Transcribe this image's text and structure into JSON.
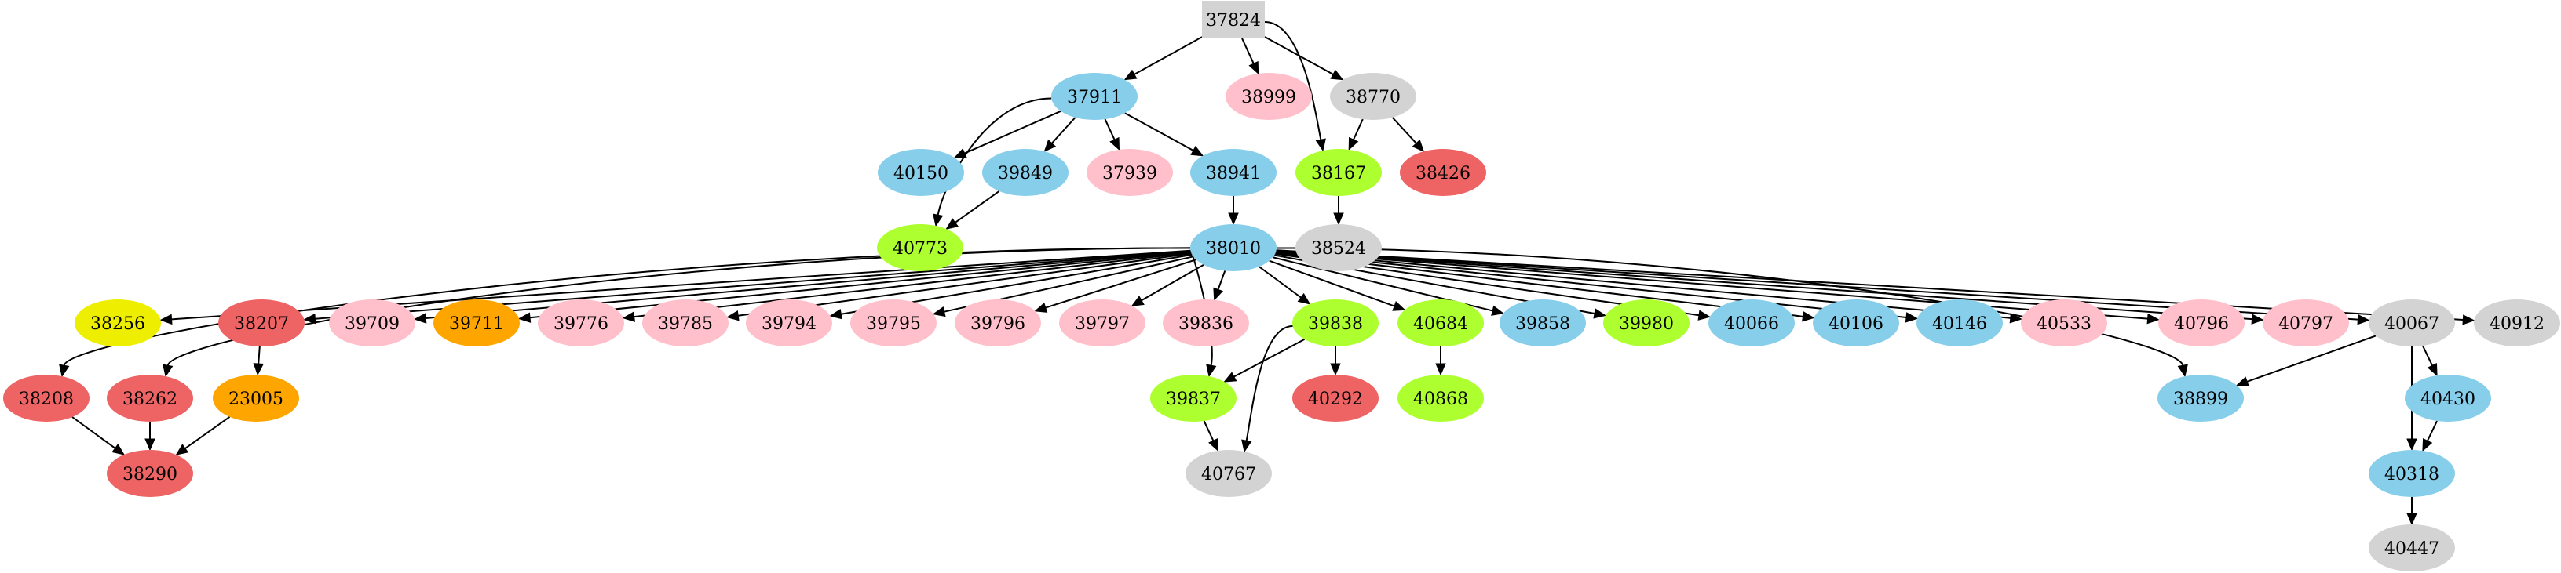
{
  "graph": {
    "title": "",
    "colors": {
      "gray": "#d3d3d3",
      "skyblue": "#87ceeb",
      "pink": "#ffc0cb",
      "green": "#adff2f",
      "red": "#ee6363",
      "orange": "#ffa500",
      "yellow": "#eeee00"
    },
    "nodes": [
      {
        "id": "37824",
        "label": "37824",
        "color": "gray",
        "shape": "box"
      },
      {
        "id": "37911",
        "label": "37911",
        "color": "skyblue"
      },
      {
        "id": "38999",
        "label": "38999",
        "color": "pink"
      },
      {
        "id": "38770",
        "label": "38770",
        "color": "gray"
      },
      {
        "id": "40150",
        "label": "40150",
        "color": "skyblue"
      },
      {
        "id": "39849",
        "label": "39849",
        "color": "skyblue"
      },
      {
        "id": "37939",
        "label": "37939",
        "color": "pink"
      },
      {
        "id": "38941",
        "label": "38941",
        "color": "skyblue"
      },
      {
        "id": "38167",
        "label": "38167",
        "color": "green"
      },
      {
        "id": "38426",
        "label": "38426",
        "color": "red"
      },
      {
        "id": "40773",
        "label": "40773",
        "color": "green"
      },
      {
        "id": "38010",
        "label": "38010",
        "color": "skyblue"
      },
      {
        "id": "38524",
        "label": "38524",
        "color": "gray"
      },
      {
        "id": "38256",
        "label": "38256",
        "color": "yellow"
      },
      {
        "id": "38207",
        "label": "38207",
        "color": "red"
      },
      {
        "id": "39709",
        "label": "39709",
        "color": "pink"
      },
      {
        "id": "39711",
        "label": "39711",
        "color": "orange"
      },
      {
        "id": "39776",
        "label": "39776",
        "color": "pink"
      },
      {
        "id": "39785",
        "label": "39785",
        "color": "pink"
      },
      {
        "id": "39794",
        "label": "39794",
        "color": "pink"
      },
      {
        "id": "39795",
        "label": "39795",
        "color": "pink"
      },
      {
        "id": "39796",
        "label": "39796",
        "color": "pink"
      },
      {
        "id": "39797",
        "label": "39797",
        "color": "pink"
      },
      {
        "id": "39836",
        "label": "39836",
        "color": "pink"
      },
      {
        "id": "39838",
        "label": "39838",
        "color": "green"
      },
      {
        "id": "40684",
        "label": "40684",
        "color": "green"
      },
      {
        "id": "39858",
        "label": "39858",
        "color": "skyblue"
      },
      {
        "id": "39980",
        "label": "39980",
        "color": "green"
      },
      {
        "id": "40066",
        "label": "40066",
        "color": "skyblue"
      },
      {
        "id": "40106",
        "label": "40106",
        "color": "skyblue"
      },
      {
        "id": "40146",
        "label": "40146",
        "color": "skyblue"
      },
      {
        "id": "40533",
        "label": "40533",
        "color": "pink"
      },
      {
        "id": "40796",
        "label": "40796",
        "color": "pink"
      },
      {
        "id": "40797",
        "label": "40797",
        "color": "pink"
      },
      {
        "id": "40067",
        "label": "40067",
        "color": "gray"
      },
      {
        "id": "40912",
        "label": "40912",
        "color": "gray"
      },
      {
        "id": "38208",
        "label": "38208",
        "color": "red"
      },
      {
        "id": "38262",
        "label": "38262",
        "color": "red"
      },
      {
        "id": "23005",
        "label": "23005",
        "color": "orange"
      },
      {
        "id": "39837",
        "label": "39837",
        "color": "green"
      },
      {
        "id": "40292",
        "label": "40292",
        "color": "red"
      },
      {
        "id": "40868",
        "label": "40868",
        "color": "green"
      },
      {
        "id": "38899",
        "label": "38899",
        "color": "skyblue"
      },
      {
        "id": "40430",
        "label": "40430",
        "color": "skyblue"
      },
      {
        "id": "38290",
        "label": "38290",
        "color": "red"
      },
      {
        "id": "40767",
        "label": "40767",
        "color": "gray"
      },
      {
        "id": "40318",
        "label": "40318",
        "color": "skyblue"
      },
      {
        "id": "40447",
        "label": "40447",
        "color": "gray"
      }
    ],
    "edges": [
      [
        "37824",
        "37911"
      ],
      [
        "37824",
        "38167"
      ],
      [
        "37824",
        "38999"
      ],
      [
        "37824",
        "38770"
      ],
      [
        "37911",
        "40773"
      ],
      [
        "37911",
        "40150"
      ],
      [
        "37911",
        "39849"
      ],
      [
        "37911",
        "37939"
      ],
      [
        "37911",
        "38941"
      ],
      [
        "38770",
        "38167"
      ],
      [
        "38770",
        "38426"
      ],
      [
        "39849",
        "40773"
      ],
      [
        "38941",
        "38010"
      ],
      [
        "38167",
        "38524"
      ],
      [
        "38010",
        "38208"
      ],
      [
        "38010",
        "38262"
      ],
      [
        "38010",
        "38256"
      ],
      [
        "38010",
        "38207"
      ],
      [
        "38010",
        "39837"
      ],
      [
        "38010",
        "39709"
      ],
      [
        "38010",
        "39711"
      ],
      [
        "38010",
        "39776"
      ],
      [
        "38010",
        "39785"
      ],
      [
        "38010",
        "39794"
      ],
      [
        "38010",
        "39795"
      ],
      [
        "38010",
        "39796"
      ],
      [
        "38010",
        "39797"
      ],
      [
        "38010",
        "39836"
      ],
      [
        "38010",
        "39838"
      ],
      [
        "38010",
        "40684"
      ],
      [
        "38010",
        "39858"
      ],
      [
        "38010",
        "39980"
      ],
      [
        "38010",
        "40066"
      ],
      [
        "38010",
        "40106"
      ],
      [
        "38010",
        "40146"
      ],
      [
        "38010",
        "40533"
      ],
      [
        "38010",
        "38899"
      ],
      [
        "38010",
        "40796"
      ],
      [
        "38010",
        "40797"
      ],
      [
        "38010",
        "40067"
      ],
      [
        "38010",
        "40912"
      ],
      [
        "38207",
        "23005"
      ],
      [
        "38208",
        "38290"
      ],
      [
        "38262",
        "38290"
      ],
      [
        "23005",
        "38290"
      ],
      [
        "39838",
        "39837"
      ],
      [
        "39838",
        "40767"
      ],
      [
        "39838",
        "40292"
      ],
      [
        "39837",
        "40767"
      ],
      [
        "40684",
        "40868"
      ],
      [
        "40067",
        "38899"
      ],
      [
        "40067",
        "40318"
      ],
      [
        "40067",
        "40430"
      ],
      [
        "40430",
        "40318"
      ],
      [
        "40318",
        "40447"
      ]
    ]
  }
}
